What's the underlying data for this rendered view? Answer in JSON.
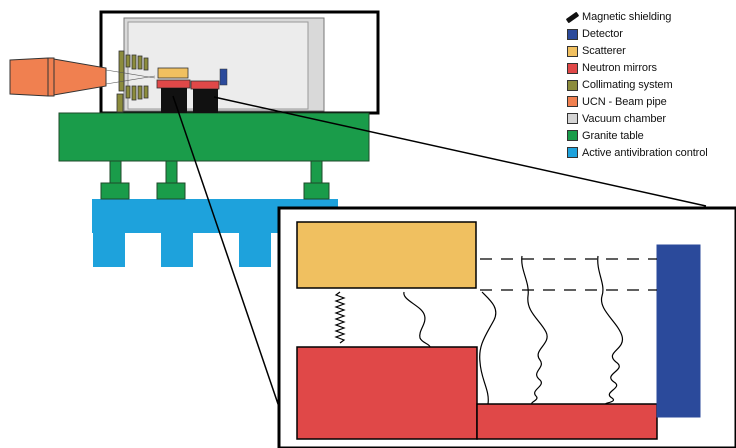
{
  "legend": {
    "items": [
      {
        "label": "Magnetic shielding",
        "color": "#111111",
        "icon": "shield-icon"
      },
      {
        "label": "Detector",
        "color": "#2b4a9b"
      },
      {
        "label": "Scatterer",
        "color": "#f0c060"
      },
      {
        "label": "Neutron mirrors",
        "color": "#e04848"
      },
      {
        "label": "Collimating system",
        "color": "#8c8c3c"
      },
      {
        "label": "UCN - Beam pipe",
        "color": "#f08050"
      },
      {
        "label": "Vacuum chamber",
        "color": "#d4d4d4"
      },
      {
        "label": "Granite table",
        "color": "#1a9c4a"
      },
      {
        "label": "Active antivibration control",
        "color": "#1ea2dc"
      }
    ]
  },
  "colors": {
    "detector": "#2b4a9b",
    "scatterer": "#f0c060",
    "mirror": "#e04848",
    "collimator": "#8c8c3c",
    "beam_pipe": "#f08050",
    "vacuum": "#d4d4d4",
    "granite": "#1a9c4a",
    "antivibration": "#1ea2dc",
    "shielding": "#111111"
  }
}
